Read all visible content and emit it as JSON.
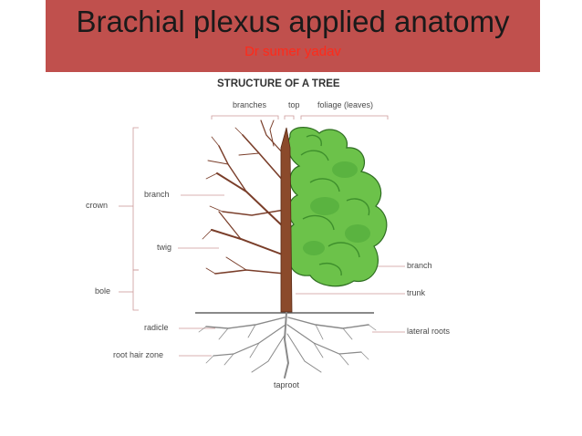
{
  "slide": {
    "title": "Brachial plexus applied anatomy",
    "subtitle": "Dr sumer yadav"
  },
  "diagram": {
    "heading": "STRUCTURE OF A TREE",
    "labels": {
      "branches": "branches",
      "top": "top",
      "foliage": "foliage (leaves)",
      "crown": "crown",
      "branch_left": "branch",
      "twig": "twig",
      "bole": "bole",
      "radicle": "radicle",
      "root_hair_zone": "root hair zone",
      "branch_right": "branch",
      "trunk": "trunk",
      "lateral_roots": "lateral roots",
      "taproot": "taproot"
    }
  },
  "colors": {
    "banner": "#c0504d",
    "title_text": "#1a1a1a",
    "subtitle_text": "#ff2a1a",
    "foliage_light": "#6cc24a",
    "foliage_dark": "#3e8f2c",
    "trunk": "#8b4a2b"
  }
}
